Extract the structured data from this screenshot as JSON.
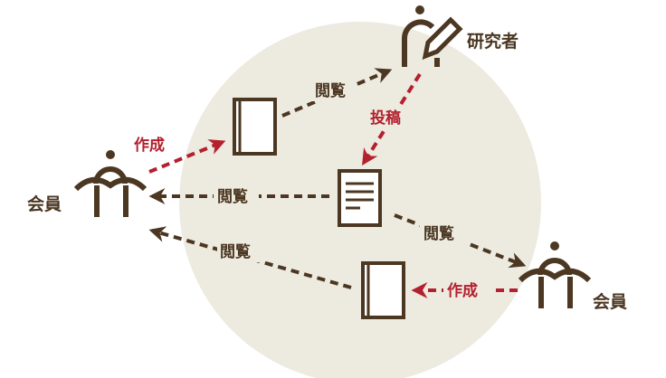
{
  "colors": {
    "brown": "#4b3722",
    "red": "#b3202e",
    "circle": "#edeadf"
  },
  "actors": {
    "researcher": {
      "label": "研究者"
    },
    "member_left": {
      "label": "会員"
    },
    "member_right": {
      "label": "会員"
    }
  },
  "edges": [
    {
      "label": "作成",
      "from": "member_left",
      "to": "book_top",
      "kind": "create"
    },
    {
      "label": "閲覧",
      "from": "book_top",
      "to": "researcher",
      "kind": "view"
    },
    {
      "label": "投稿",
      "from": "researcher",
      "to": "document",
      "kind": "post"
    },
    {
      "label": "閲覧",
      "from": "document",
      "to": "member_left",
      "kind": "view"
    },
    {
      "label": "閲覧",
      "from": "document",
      "to": "member_right",
      "kind": "view"
    },
    {
      "label": "閲覧",
      "from": "book_bottom",
      "to": "member_left",
      "kind": "view"
    },
    {
      "label": "作成",
      "from": "member_right",
      "to": "book_bottom",
      "kind": "create"
    }
  ]
}
